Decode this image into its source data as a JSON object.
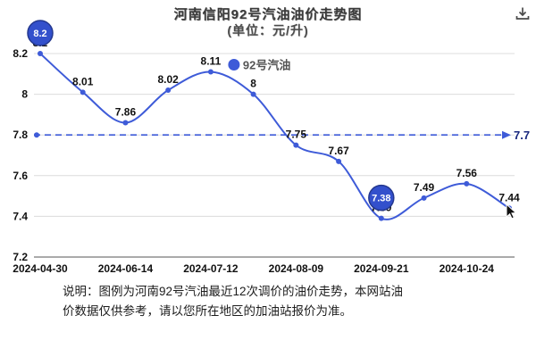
{
  "header": {
    "title": "河南信阳92号汽油油价走势图",
    "subtitle": "(单位：元/升)",
    "download_icon": "download-icon"
  },
  "chart_data": {
    "type": "line",
    "series_name": "92号汽油",
    "title": "河南信阳92号汽油油价走势图",
    "ylabel": "元/升",
    "x_labels": [
      "2024-04-30",
      "2024-06-14",
      "2024-07-12",
      "2024-08-09",
      "2024-09-21",
      "2024-10-24"
    ],
    "values": [
      8.2,
      8.01,
      7.86,
      8.02,
      8.11,
      8,
      7.75,
      7.67,
      7.39,
      7.49,
      7.56,
      7.44
    ],
    "point_labels": [
      "8.2",
      "8.01",
      "7.86",
      "8.02",
      "8.11",
      "8",
      "7.75",
      "7.67",
      "7.39",
      "7.49",
      "7.56",
      "7.44"
    ],
    "highlighted": [
      {
        "index": 0,
        "label": "8.2"
      },
      {
        "index": 8,
        "label": "7.38"
      }
    ],
    "ylim": [
      7.2,
      8.2
    ],
    "yticks": [
      "8.2",
      "8",
      "7.8",
      "7.6",
      "7.4",
      "7.2"
    ],
    "reference_line": {
      "position": 7.8,
      "label": "7.7"
    },
    "line_color": "#3e5bd8",
    "badge_fill": "#3350cc",
    "badge_stroke": "#24388f",
    "grid": true,
    "legend_position": "inside-top"
  },
  "footer": {
    "note": "说明：图例为河南92号汽油最近12次调价的油价走势，本网站油\n价数据仅供参考，请以您所在地区的加油站报价为准。"
  }
}
